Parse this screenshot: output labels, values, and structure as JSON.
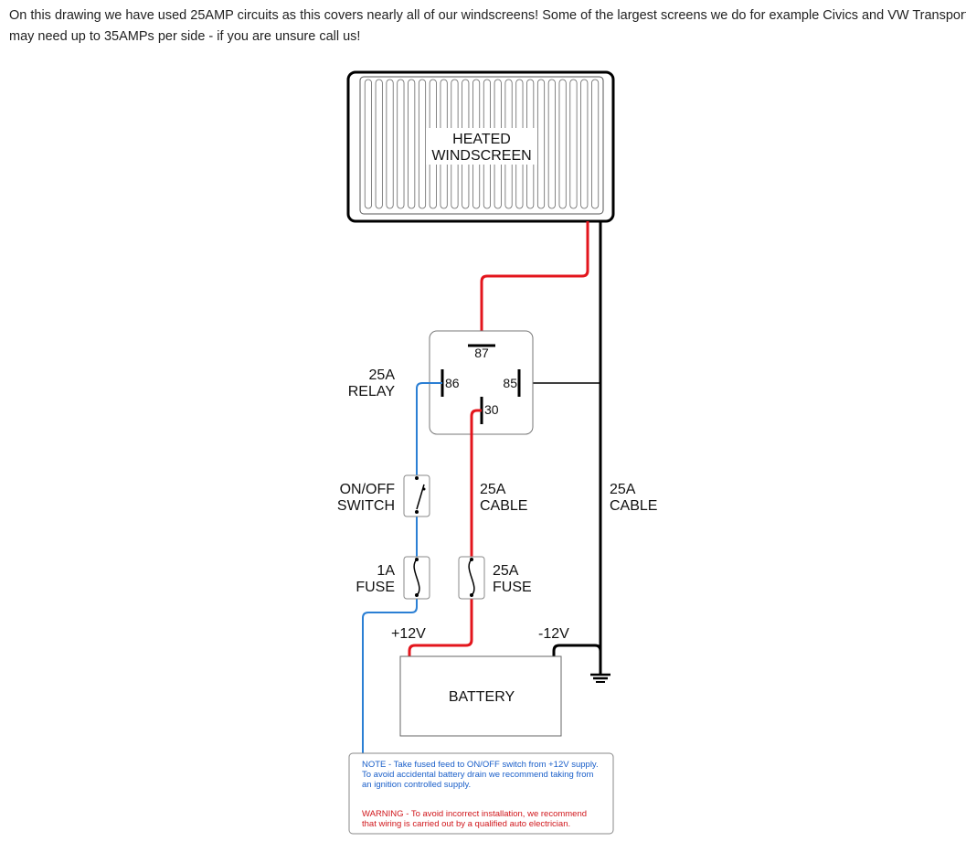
{
  "intro": {
    "line1": "On this drawing we have used 25AMP circuits as this covers nearly all of our windscreens! Some of the largest screens we do for example Civics and VW Transporters",
    "line2": "may need up to 35AMPs per side - if you are unsure call us!"
  },
  "windscreen": {
    "line1": "HEATED",
    "line2": "WINDSCREEN"
  },
  "relay": {
    "label_line1": "25A",
    "label_line2": "RELAY",
    "pin87": "87",
    "pin86": "86",
    "pin85": "85",
    "pin30": "30"
  },
  "switch": {
    "line1": "ON/OFF",
    "line2": "SWITCH"
  },
  "cable_relay": {
    "line1": "25A",
    "line2": "CABLE"
  },
  "cable_ground": {
    "line1": "25A",
    "line2": "CABLE"
  },
  "fuse_1a": {
    "line1": "1A",
    "line2": "FUSE"
  },
  "fuse_25a": {
    "line1": "25A",
    "line2": "FUSE"
  },
  "battery": {
    "label": "BATTERY",
    "positive": "+12V",
    "negative": "-12V"
  },
  "note": {
    "line1": "NOTE - Take fused feed to ON/OFF switch from +12V supply.",
    "line2": "To avoid accidental battery drain we recommend taking from",
    "line3": "an ignition controlled supply.",
    "warning1": "WARNING - To avoid incorrect installation, we recommend",
    "warning2": "that wiring is carried out by a qualified auto electrician."
  },
  "colors": {
    "positive_wire": "#e3151c",
    "switch_wire": "#2b7fd4",
    "ground_wire": "#000000",
    "note_text": "#1a5fc9",
    "warning_text": "#d0161b"
  }
}
